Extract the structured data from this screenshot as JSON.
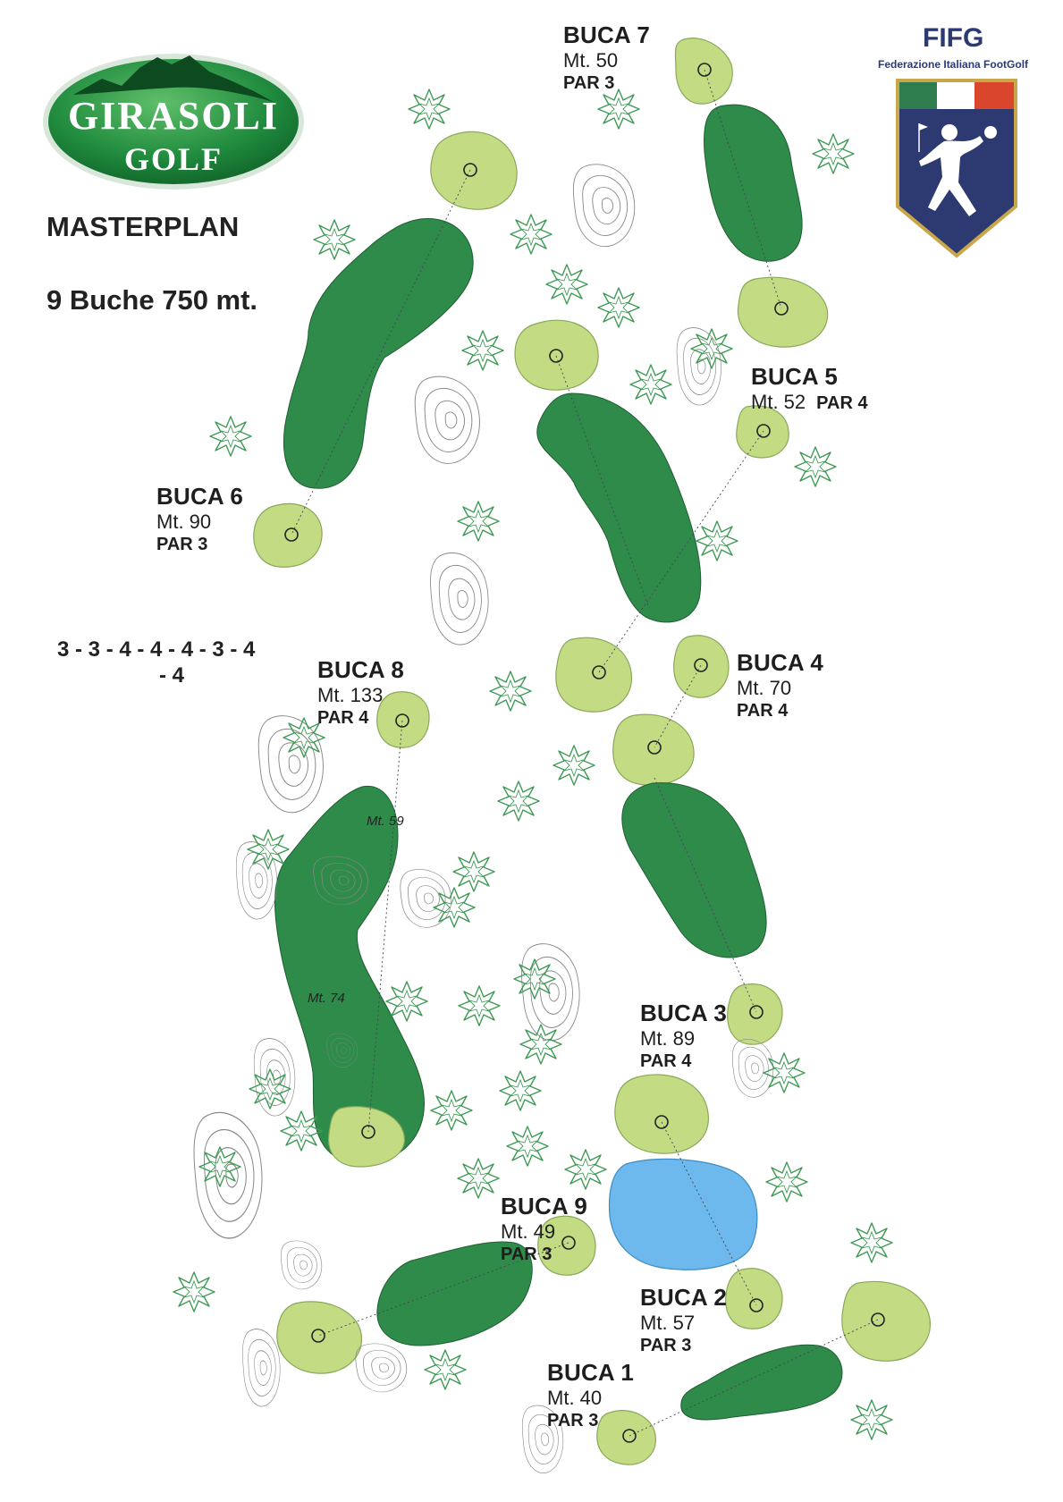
{
  "brand": {
    "logo_line1": "GIRASOLI",
    "logo_line2": "GOLF"
  },
  "heading": {
    "title": "MASTERPLAN",
    "subtitle": "9 Buche 750 mt."
  },
  "par_sequence": {
    "main": "3 - 3 - 4 - 4 - 4 - 3 - 4",
    "tail": "- 4"
  },
  "federation": {
    "acronym": "FIFG",
    "name": "Federazione Italiana FootGolf",
    "flag_colors": [
      "#2e7d4f",
      "#ffffff",
      "#d9462b"
    ],
    "shield_color": "#2d3a72",
    "shield_border": "#c9a64a",
    "emblem": "footgolfer-kicking-icon"
  },
  "colors": {
    "fairway": "#2e8b4a",
    "green": "#c3dc84",
    "water": "#6db8ec",
    "trees": "#3f9a55"
  },
  "holes": [
    {
      "name": "BUCA 1",
      "length": "Mt. 40",
      "par": "PAR 3"
    },
    {
      "name": "BUCA 2",
      "length": "Mt. 57",
      "par": "PAR 3"
    },
    {
      "name": "BUCA 3",
      "length": "Mt. 89",
      "par": "PAR 4"
    },
    {
      "name": "BUCA 4",
      "length": "Mt. 70",
      "par": "PAR 4"
    },
    {
      "name": "BUCA 5",
      "length": "Mt. 52",
      "par": "PAR 4"
    },
    {
      "name": "BUCA 6",
      "length": "Mt. 90",
      "par": "PAR 3"
    },
    {
      "name": "BUCA 7",
      "length": "Mt. 50",
      "par": "PAR 3"
    },
    {
      "name": "BUCA 8",
      "length": "Mt. 133",
      "par": "PAR 4"
    },
    {
      "name": "BUCA 9",
      "length": "Mt. 49",
      "par": "PAR 3"
    }
  ],
  "segment_labels": [
    "Mt. 59",
    "Mt. 74"
  ]
}
